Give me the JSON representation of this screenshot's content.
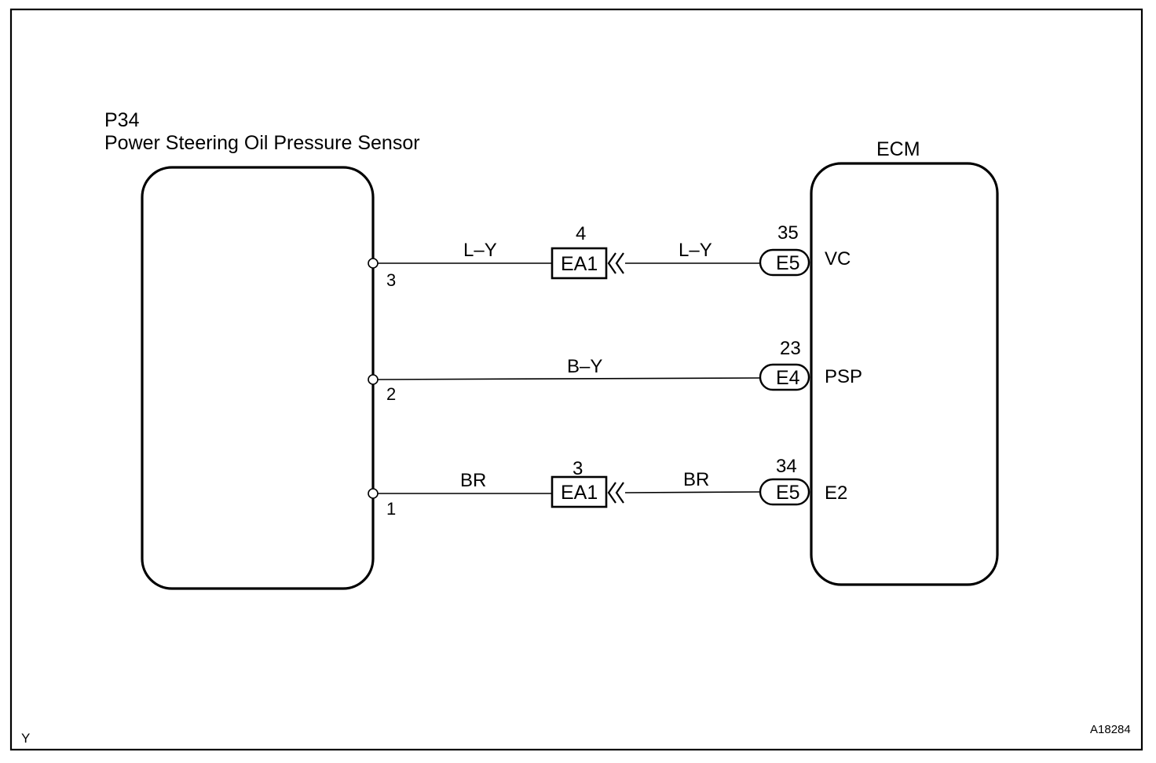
{
  "sensor": {
    "code": "P34",
    "name": "Power Steering Oil Pressure Sensor",
    "pins": {
      "vc": "3",
      "psp": "2",
      "e2": "1"
    }
  },
  "ecm": {
    "name": "ECM",
    "terminals": {
      "vc": {
        "pin": "35",
        "connector": "E5",
        "signal": "VC"
      },
      "psp": {
        "pin": "23",
        "connector": "E4",
        "signal": "PSP"
      },
      "e2": {
        "pin": "34",
        "connector": "E5",
        "signal": "E2"
      }
    }
  },
  "wires": {
    "vc": {
      "color_left": "L–Y",
      "color_right": "L–Y"
    },
    "psp": {
      "color": "B–Y"
    },
    "e2": {
      "color_left": "BR",
      "color_right": "BR"
    }
  },
  "junctions": {
    "vc": {
      "connector": "EA1",
      "pin": "4"
    },
    "e2": {
      "connector": "EA1",
      "pin": "3"
    }
  },
  "footer": {
    "corner_left": "Y",
    "figure_id": "A18284"
  }
}
